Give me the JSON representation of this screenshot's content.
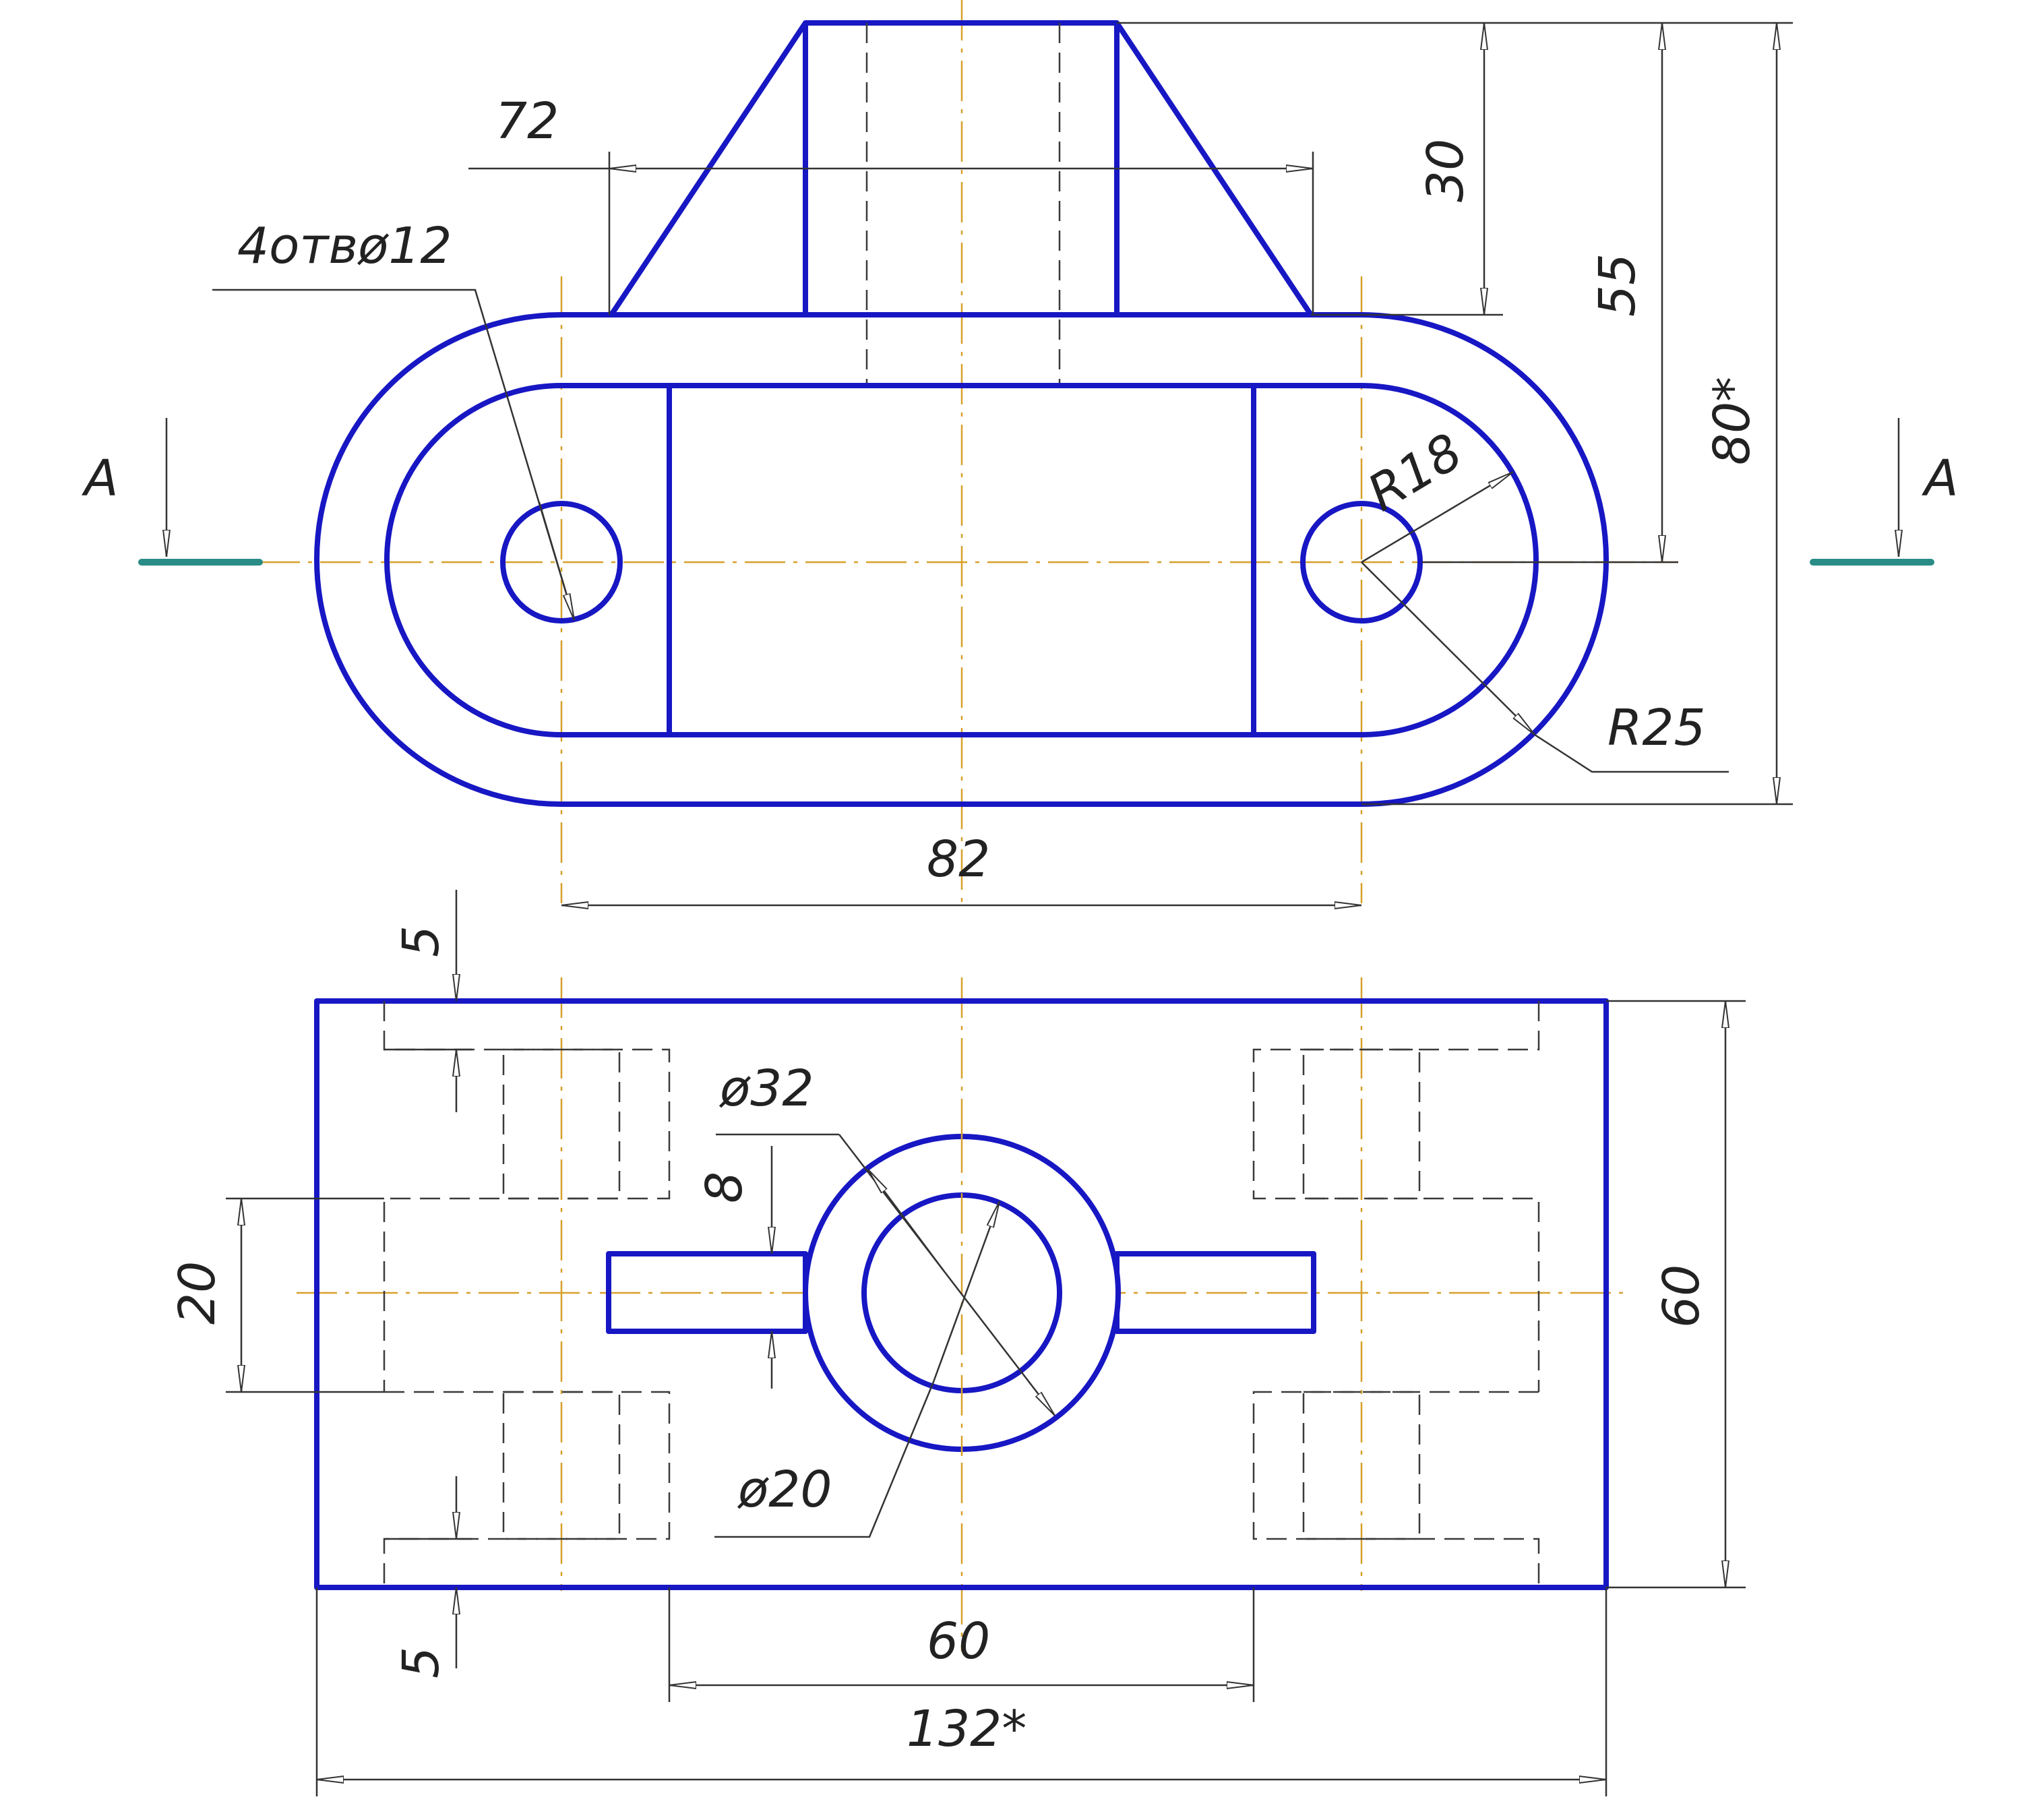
{
  "colors": {
    "outline": "#1717c4",
    "hidden_line": "#3a3a3a",
    "center_line": "#d7a02a",
    "dimension_line": "#333333",
    "cutting_plane": "#2a8c86"
  },
  "section_marks": {
    "left": "A",
    "right": "A"
  },
  "front_view_dimensions": {
    "width_top": "72",
    "holes_note": "4отвø12",
    "height_30": "30",
    "height_55": "55",
    "height_80": "80*",
    "radius_inner": "R18",
    "radius_outer": "R25",
    "hole_spacing": "82"
  },
  "top_view_dimensions": {
    "offset_top": "5",
    "offset_bottom": "5",
    "diameter_outer": "ø32",
    "diameter_inner": "ø20",
    "rib_thickness": "8",
    "slot_height": "20",
    "depth": "60",
    "inner_width": "60",
    "overall_width": "132*"
  }
}
